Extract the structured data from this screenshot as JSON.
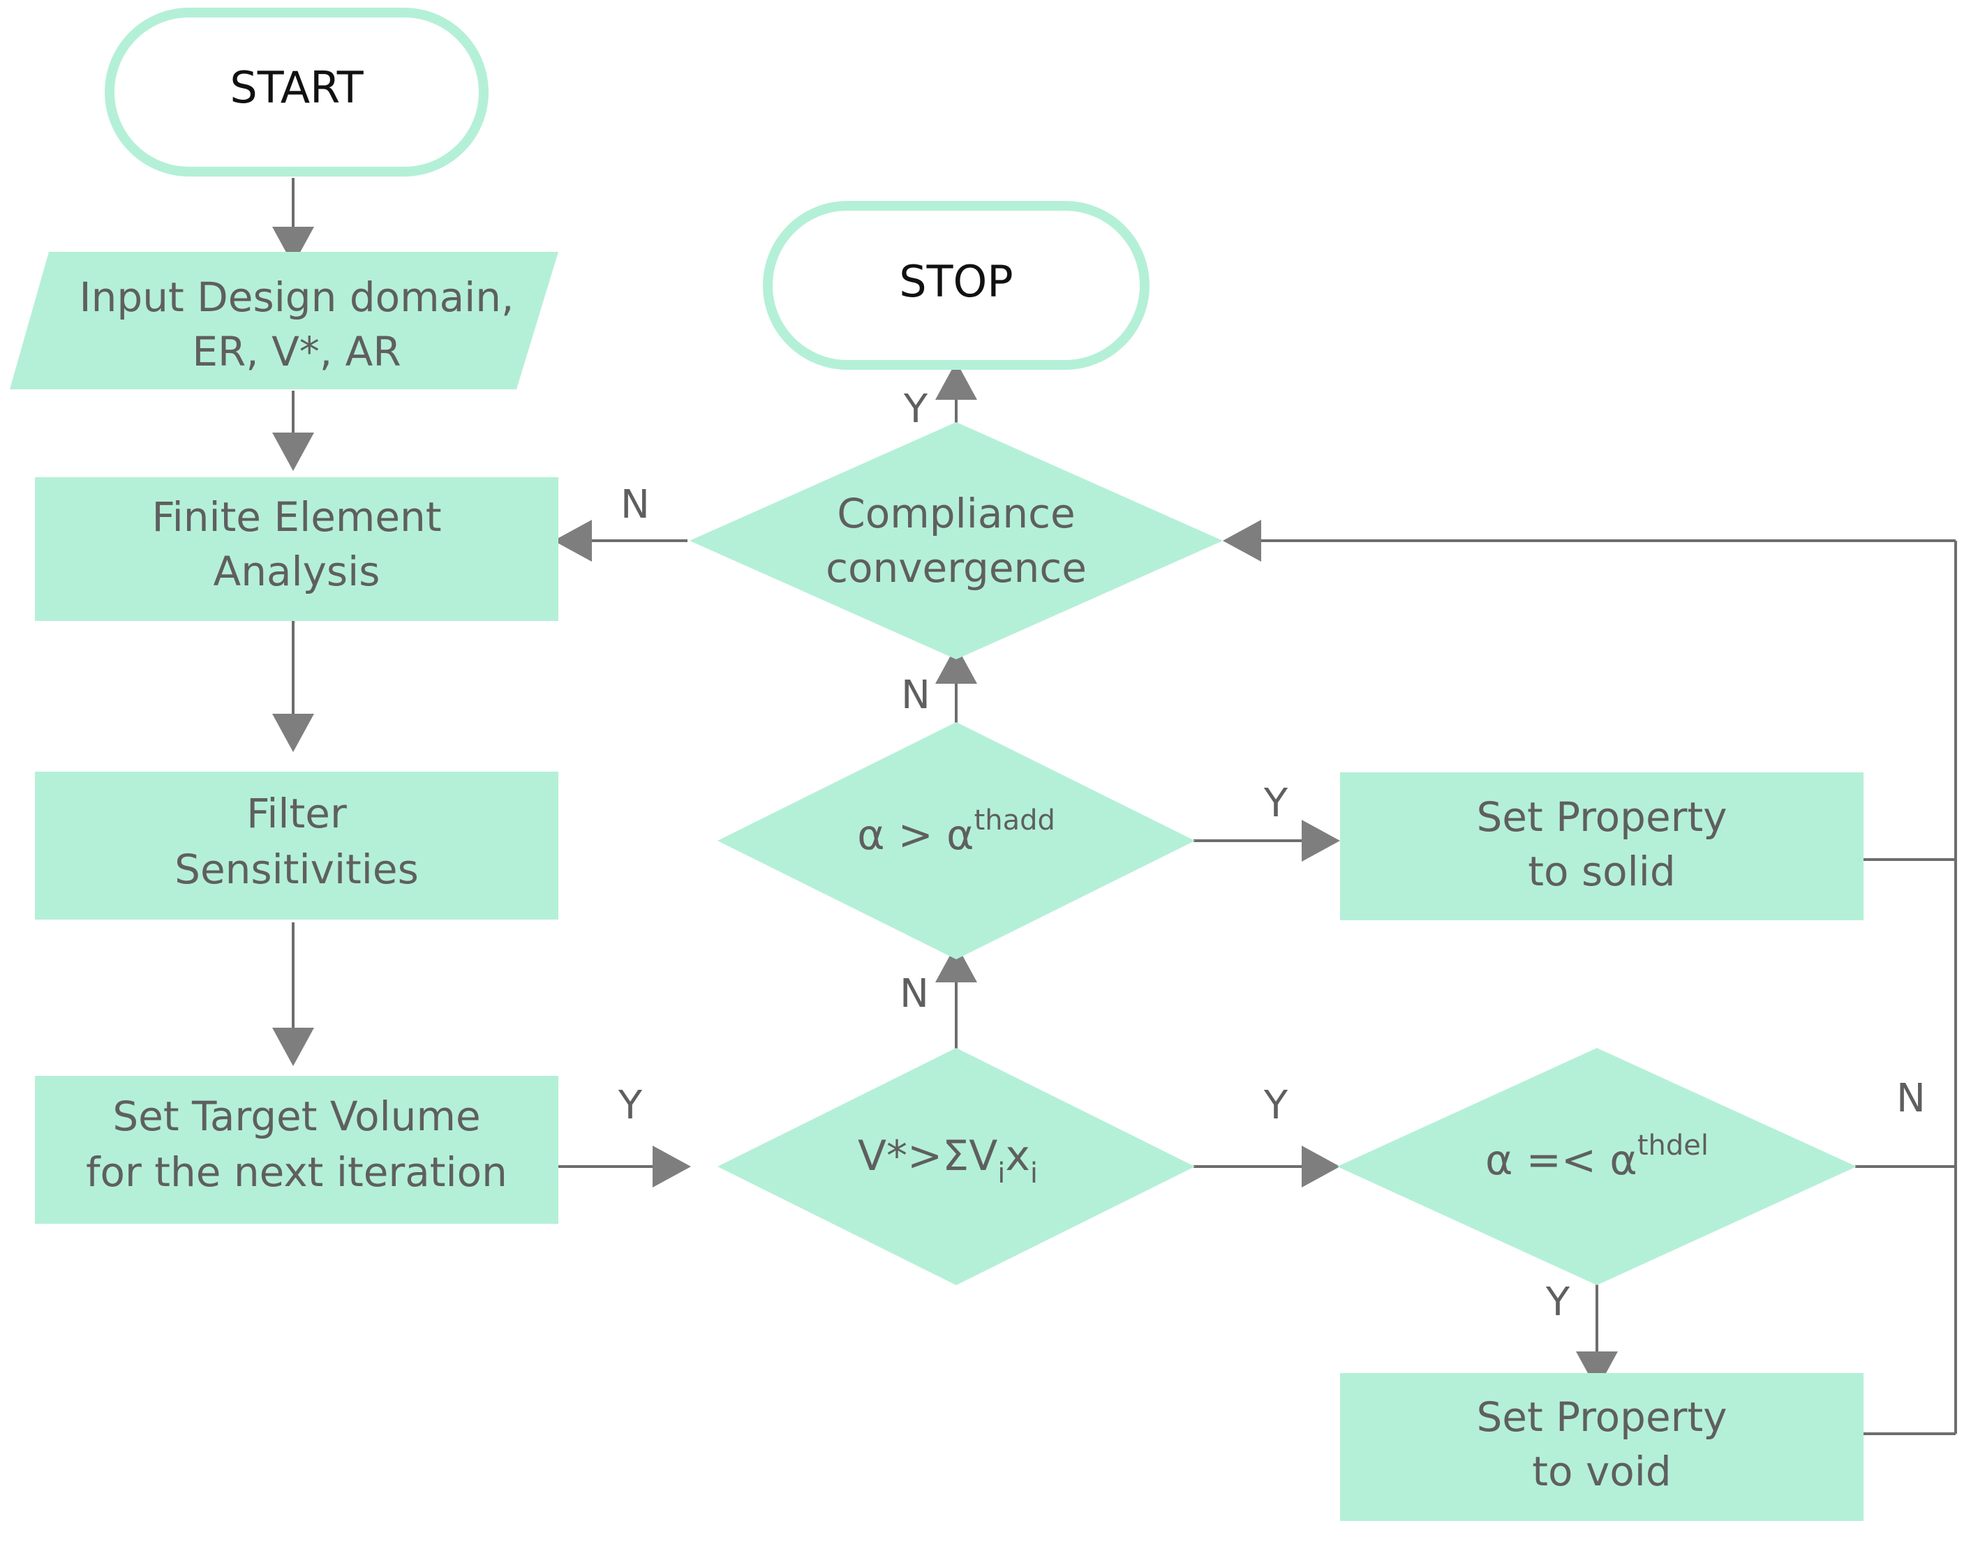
{
  "diagram": {
    "title": "BESO topology optimization flowchart",
    "palette": {
      "node_fill": "#b4f0d7",
      "terminal_border": "#b4f0d7",
      "terminal_fill": "#ffffff",
      "node_text": "#5f5f5f",
      "terminal_text": "#111111",
      "edge_stroke": "#6d6d6d",
      "arrow_head": "#7e7e7e",
      "background": "#ffffff"
    },
    "nodes": {
      "start": {
        "shape": "terminator",
        "label": "START"
      },
      "stop": {
        "shape": "terminator",
        "label": "STOP"
      },
      "input": {
        "shape": "parallelogram",
        "line1": "Input Design domain,",
        "line2": "ER, V*, AR"
      },
      "fea": {
        "shape": "process",
        "line1": "Finite Element",
        "line2": "Analysis"
      },
      "filter": {
        "shape": "process",
        "line1": "Filter",
        "line2": "Sensitivities"
      },
      "target_volume": {
        "shape": "process",
        "line1": "Set Target Volume",
        "line2": "for the next iteration"
      },
      "compliance": {
        "shape": "decision",
        "line1": "Compliance",
        "line2": "convergence"
      },
      "alpha_add": {
        "shape": "decision",
        "base": "α > α",
        "superscript": "thadd",
        "plain": "α > α^thadd"
      },
      "volume_check": {
        "shape": "decision",
        "base": "V*>ΣV",
        "sub1": "i",
        "mid": "x",
        "sub2": "i",
        "plain": "V*>ΣV_i x_i"
      },
      "alpha_del": {
        "shape": "decision",
        "base": "α =< α",
        "superscript": "thdel",
        "plain": "α =< α^thdel"
      },
      "set_solid": {
        "shape": "process",
        "line1": "Set Property",
        "line2": "to solid"
      },
      "set_void": {
        "shape": "process",
        "line1": "Set Property",
        "line2": "to void"
      }
    },
    "edge_labels": {
      "compliance_yes": "Y",
      "compliance_no": "N",
      "alpha_add_to_compliance": "N",
      "alpha_add_yes": "Y",
      "volume_to_alpha_add": "N",
      "target_volume_yes": "Y",
      "volume_yes": "Y",
      "alpha_del_no": "N",
      "alpha_del_yes": "Y"
    }
  }
}
